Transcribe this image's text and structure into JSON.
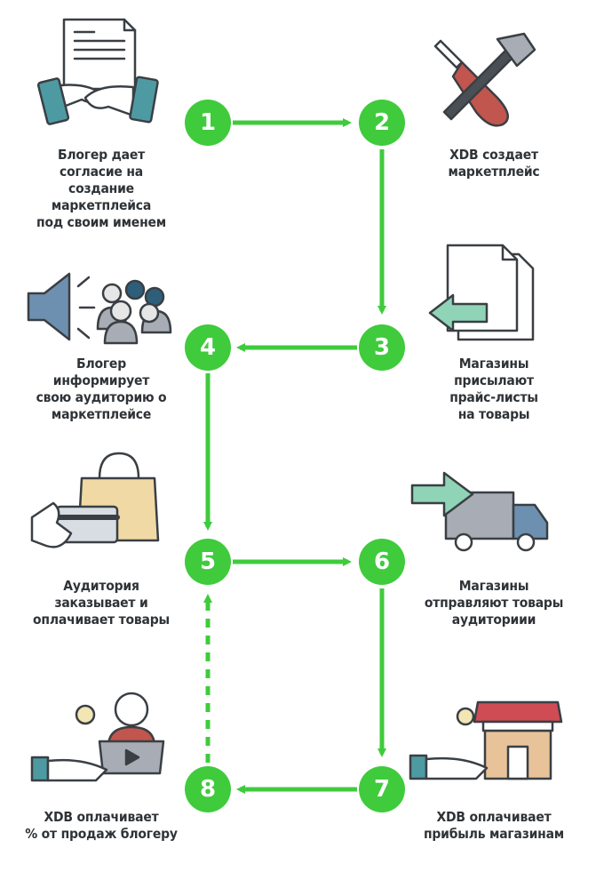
{
  "steps": [
    {
      "n": "1",
      "caption": "Блогер дает\nсогласие на\nсоздание\nмаркетплейса\nпод своим именем",
      "icon": "handshake-contract-icon"
    },
    {
      "n": "2",
      "caption": "XDB создает\nмаркетплейс",
      "icon": "tools-icon"
    },
    {
      "n": "3",
      "caption": "Магазины\nприсылают\nпрайс-листы\nна товары",
      "icon": "documents-arrow-icon"
    },
    {
      "n": "4",
      "caption": "Блогер\nинформирует\nсвою аудиторию о\nмаркетплейсе",
      "icon": "megaphone-audience-icon"
    },
    {
      "n": "5",
      "caption": "Аудитория\nзаказывает и\nоплачивает товары",
      "icon": "shopping-bag-card-icon"
    },
    {
      "n": "6",
      "caption": "Магазины\nотправляют товары\nаудиториии",
      "icon": "delivery-truck-icon"
    },
    {
      "n": "7",
      "caption": "XDB оплачивает\nприбыль магазинам",
      "icon": "store-payment-icon"
    },
    {
      "n": "8",
      "caption": "XDB оплачивает\n% от продаж блогеру",
      "icon": "blogger-payment-icon"
    }
  ],
  "colors": {
    "accent": "#3fcb3c",
    "text": "#2f3337",
    "outline": "#3a3f44"
  }
}
